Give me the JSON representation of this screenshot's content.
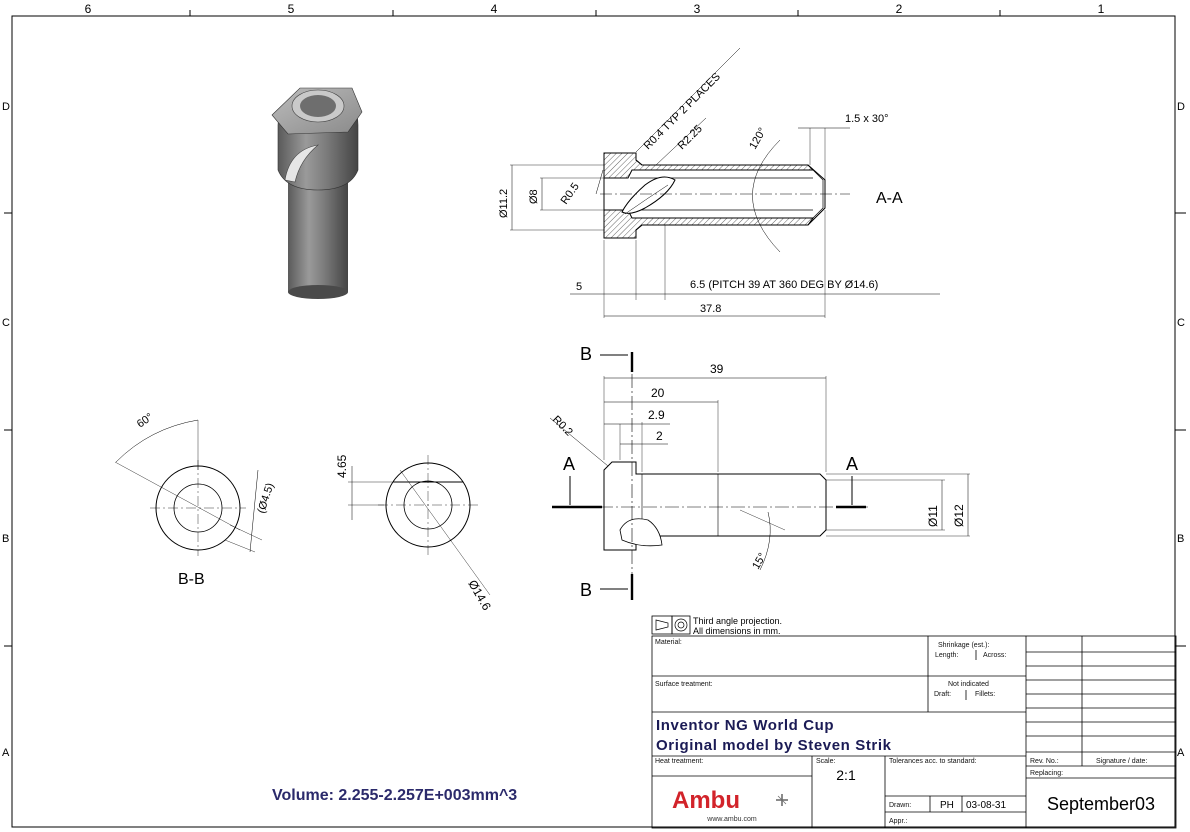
{
  "zones": {
    "columns_top": [
      "6",
      "5",
      "4",
      "3",
      "2",
      "1"
    ],
    "rows": [
      "D",
      "C",
      "B",
      "A"
    ]
  },
  "views": {
    "section_aa": {
      "title": "A-A",
      "dims": {
        "r04": "R0.4 TYP 2 PLACES",
        "r225": "R2.25",
        "chamfer": "1.5 x 30°",
        "angle120": "120°",
        "d112": "Ø11.2",
        "d8": "Ø8",
        "r05": "R0.5",
        "len5": "5",
        "pitch": "6.5 (PITCH 39 AT 360 DEG BY Ø14.6)",
        "len378": "37.8"
      }
    },
    "side": {
      "dims": {
        "len39": "39",
        "len20": "20",
        "len29": "2.9",
        "len2": "2",
        "r02": "R0.2",
        "d11": "Ø11",
        "d12": "Ø12",
        "ang15": "15°"
      },
      "section_labels": {
        "b_top": "B",
        "b_bottom": "B",
        "a_left": "A",
        "a_right": "A"
      }
    },
    "section_bb": {
      "title": "B-B",
      "dims": {
        "ang60": "60°",
        "d45": "(Ø4.5)"
      }
    },
    "end_view": {
      "dims": {
        "len465": "4.65",
        "d146": "Ø14.6"
      }
    }
  },
  "volume": "Volume: 2.255-2.257E+003mm^3",
  "title_block": {
    "projection_line1": "Third angle projection.",
    "projection_line2": "All dimensions in mm.",
    "material": "Material:",
    "shrinkage": "Shrinkage (est.):",
    "length": "Length:",
    "across": "Across:",
    "surface": "Surface treatment:",
    "not_indicated": "Not indicated",
    "draft": "Draft:",
    "fillets": "Fillets:",
    "title1": "Inventor NG World Cup",
    "title2": "Original model by Steven Strik",
    "heat": "Heat treatment:",
    "scale_label": "Scale:",
    "scale_value": "2:1",
    "tolerances": "Tolerances acc. to standard:",
    "rev_no": "Rev. No.:",
    "signature": "Signature / date:",
    "replacing": "Replacing:",
    "drawn": "Drawn:",
    "drawn_by": "PH",
    "date": "03-08-31",
    "appr": "Appr.:",
    "drawing_no": "September03",
    "brand": "Ambu",
    "website": "www.ambu.com"
  },
  "colors": {
    "volume_text": "#2b2a6b",
    "brand_red": "#d2232a",
    "shade_dark": "#4f4f4f",
    "shade_light": "#a8a8a8"
  }
}
